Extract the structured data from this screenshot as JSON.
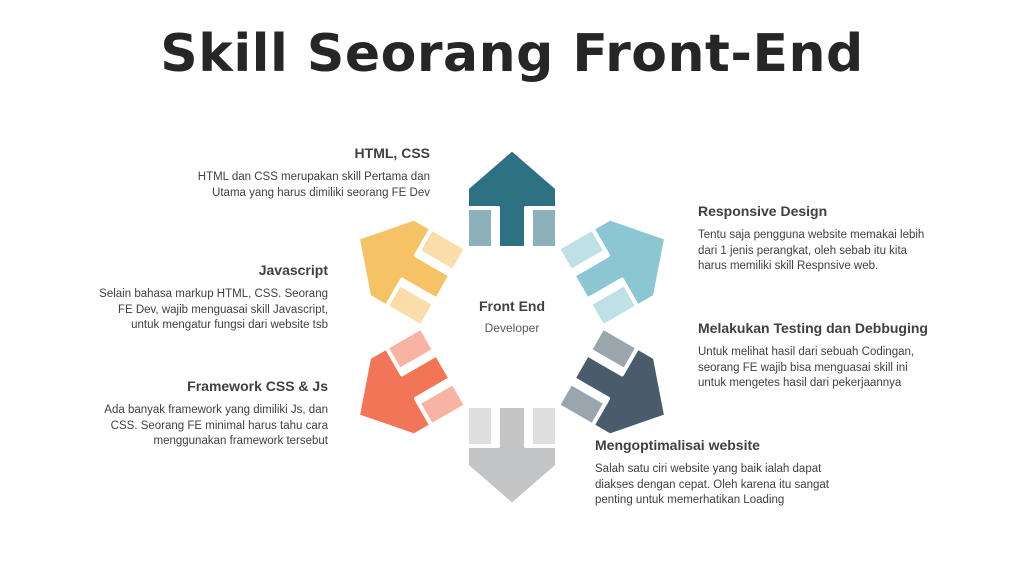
{
  "title": "Skill Seorang Front-End",
  "center": {
    "title": "Front End",
    "subtitle": "Developer"
  },
  "items": [
    {
      "heading": "HTML, CSS",
      "desc": [
        "HTML dan CSS merupakan skill Pertama dan",
        "Utama yang harus dimiliki seorang FE Dev"
      ],
      "color": "#2E7183"
    },
    {
      "heading": "Responsive Design",
      "desc": [
        "Tentu saja pengguna website memakai lebih",
        "dari 1 jenis perangkat, oleh sebab itu kita",
        "harus memiliki skill Respnsive web."
      ],
      "color": "#8CC6D3"
    },
    {
      "heading": "Melakukan Testing dan Debbuging",
      "desc": [
        "Untuk melihat hasil dari sebuah Codingan,",
        "seorang FE wajib bisa menguasai skill ini",
        "untuk mengetes hasil dari pekerjaannya"
      ],
      "color": "#4A5B6C"
    },
    {
      "heading": "Mengoptimalisai website",
      "desc": [
        "Salah satu ciri website yang baik ialah dapat",
        "diakses dengan cepat. Oleh karena itu sangat",
        "penting untuk memerhatikan Loading"
      ],
      "color": "#C2C4C6"
    },
    {
      "heading": "Framework CSS & Js",
      "desc": [
        "Ada banyak framework yang dimiliki Js, dan",
        "CSS. Seorang FE minimal harus tahu cara",
        "menggunakan framework tersebut"
      ],
      "color": "#F27557"
    },
    {
      "heading": "Javascript",
      "desc": [
        "Selain bahasa markup HTML, CSS. Seorang",
        "FE Dev, wajib menguasai skill Javascript,",
        "untuk mengatur fungsi dari website tsb"
      ],
      "color": "#F5C266"
    }
  ]
}
